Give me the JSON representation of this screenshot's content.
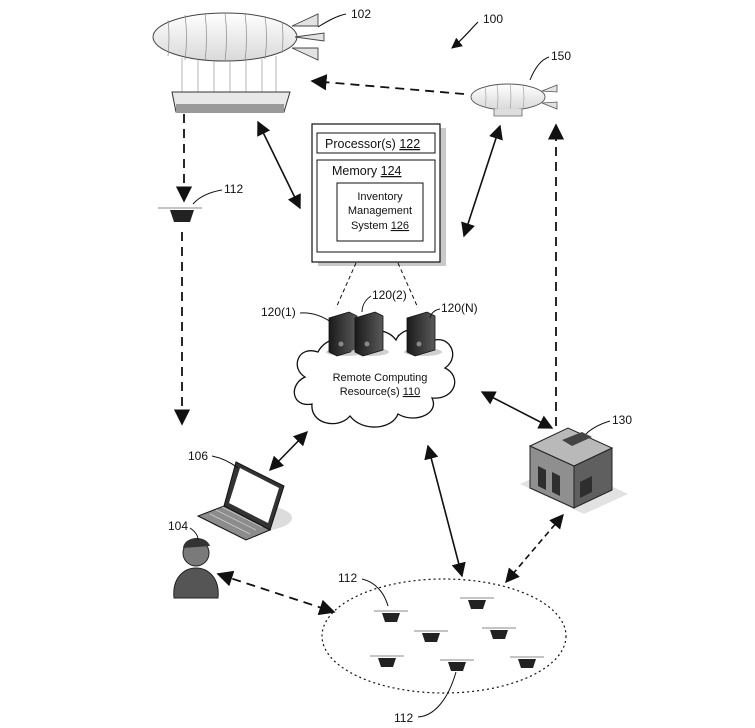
{
  "figure_number": "100",
  "airship": {
    "ref": "102"
  },
  "small_airship": {
    "ref": "150"
  },
  "server_box": {
    "processor_label": "Processor(s)",
    "processor_ref": "122",
    "memory_label": "Memory",
    "memory_ref": "124",
    "ims_line1": "Inventory",
    "ims_line2": "Management",
    "ims_line3": "System",
    "ims_ref": "126"
  },
  "servers": [
    {
      "label": "120(1)"
    },
    {
      "label": "120(2)"
    },
    {
      "label": "120(N)"
    }
  ],
  "server_ellipsis": ". .",
  "cloud": {
    "line1": "Remote Computing",
    "line2": "Resource(s)",
    "ref": "110"
  },
  "uav_ref": "112",
  "laptop": {
    "ref": "106"
  },
  "user": {
    "ref": "104"
  },
  "facility": {
    "ref": "130"
  },
  "uav_group": {
    "top_ref": "112",
    "bottom_ref": "112"
  }
}
